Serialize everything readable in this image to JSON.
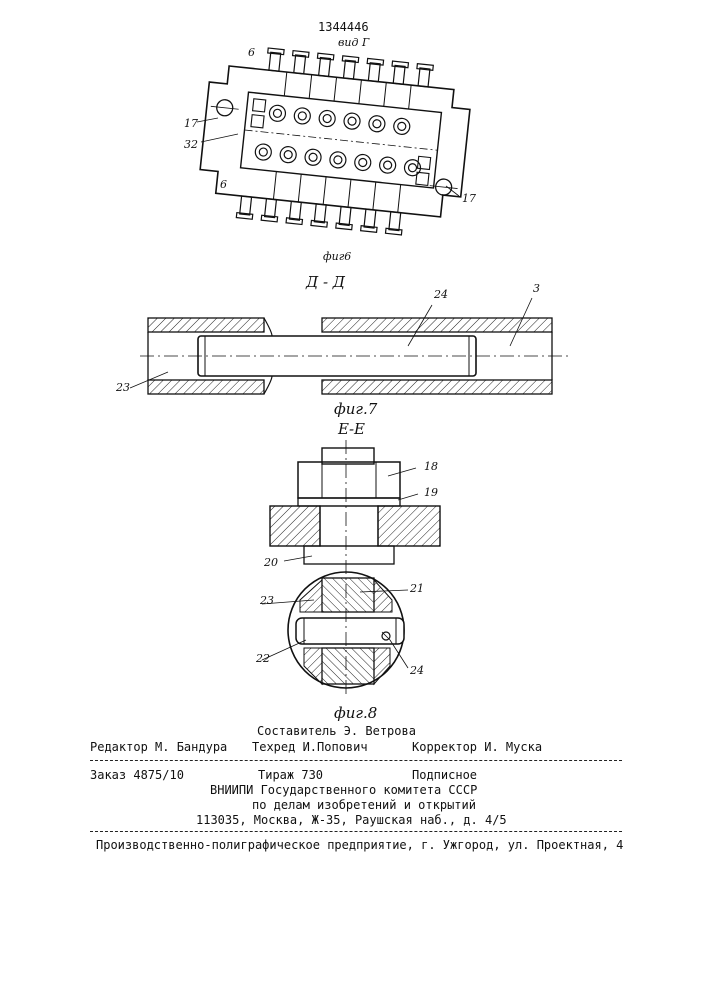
{
  "patent_number": "1344446",
  "fig6": {
    "view_label": "вид Г",
    "caption": "фиг6",
    "labels": {
      "l6_top": "6",
      "l6_bottom": "6",
      "l17_left": "17",
      "l17_right": "17",
      "l32": "32"
    }
  },
  "fig7": {
    "section_label": "Д - Д",
    "caption": "фиг.7",
    "labels": {
      "l24": "24",
      "l3": "3",
      "l23": "23"
    }
  },
  "fig8": {
    "section_label": "Е-Е",
    "caption": "фиг.8",
    "labels": {
      "l18": "18",
      "l19": "19",
      "l20": "20",
      "l21": "21",
      "l23": "23",
      "l22": "22",
      "l24": "24"
    }
  },
  "footer": {
    "compiler": "Составитель Э. Ветрова",
    "editor": "Редактор М. Бандура",
    "techred": "Техред И.Попович",
    "corrector": "Корректор И. Муска",
    "order": "Заказ 4875/10",
    "circulation": "Тираж 730",
    "subscription": "Подписное",
    "org_line1": "ВНИИПИ Государственного комитета СССР",
    "org_line2": "по делам изобретений и открытий",
    "address": "113035, Москва, Ж-35, Раушская наб., д. 4/5",
    "printer": "Производственно-полиграфическое предприятие, г. Ужгород, ул. Проектная, 4"
  }
}
